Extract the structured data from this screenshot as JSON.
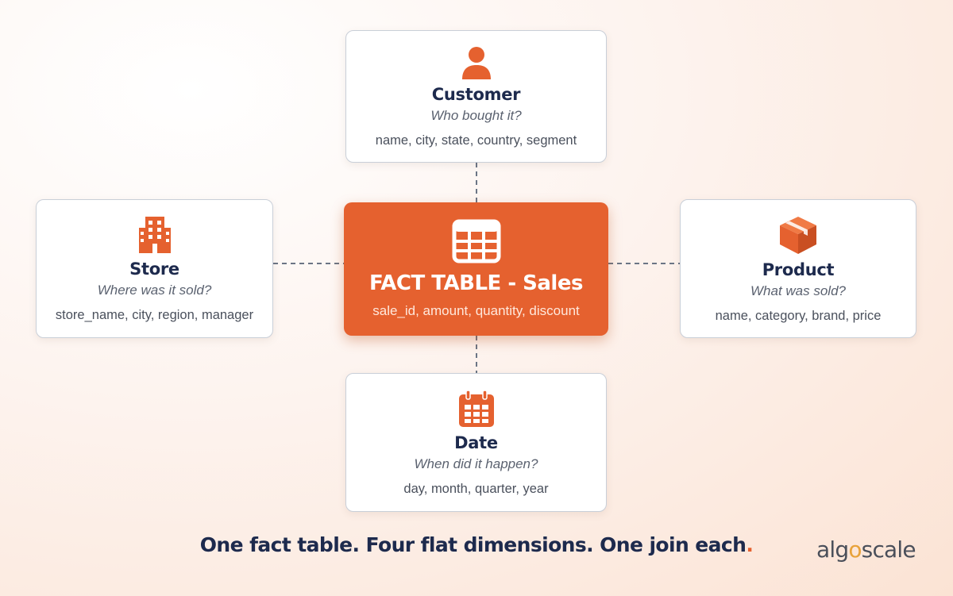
{
  "fact": {
    "title": "FACT TABLE - Sales",
    "fields": "sale_id, amount, quantity, discount",
    "icon": "table-grid-icon"
  },
  "dimensions": {
    "customer": {
      "title": "Customer",
      "question": "Who bought it?",
      "fields": "name, city, state, country, segment",
      "icon": "person-icon"
    },
    "store": {
      "title": "Store",
      "question": "Where was it sold?",
      "fields": "store_name, city, region, manager",
      "icon": "building-icon"
    },
    "product": {
      "title": "Product",
      "question": "What was sold?",
      "fields": "name, category, brand, price",
      "icon": "box-icon"
    },
    "date": {
      "title": "Date",
      "question": "When did it happen?",
      "fields": "day, month, quarter, year",
      "icon": "calendar-icon"
    }
  },
  "tagline": {
    "text": "One fact table. Four flat dimensions. One join each",
    "end_mark": "."
  },
  "logo": {
    "part1": "alg",
    "o": "o",
    "part2": "scale"
  },
  "colors": {
    "accent": "#e5612f",
    "title": "#1d2a4d",
    "border": "#c9cfd8",
    "connector": "#6b7585"
  }
}
